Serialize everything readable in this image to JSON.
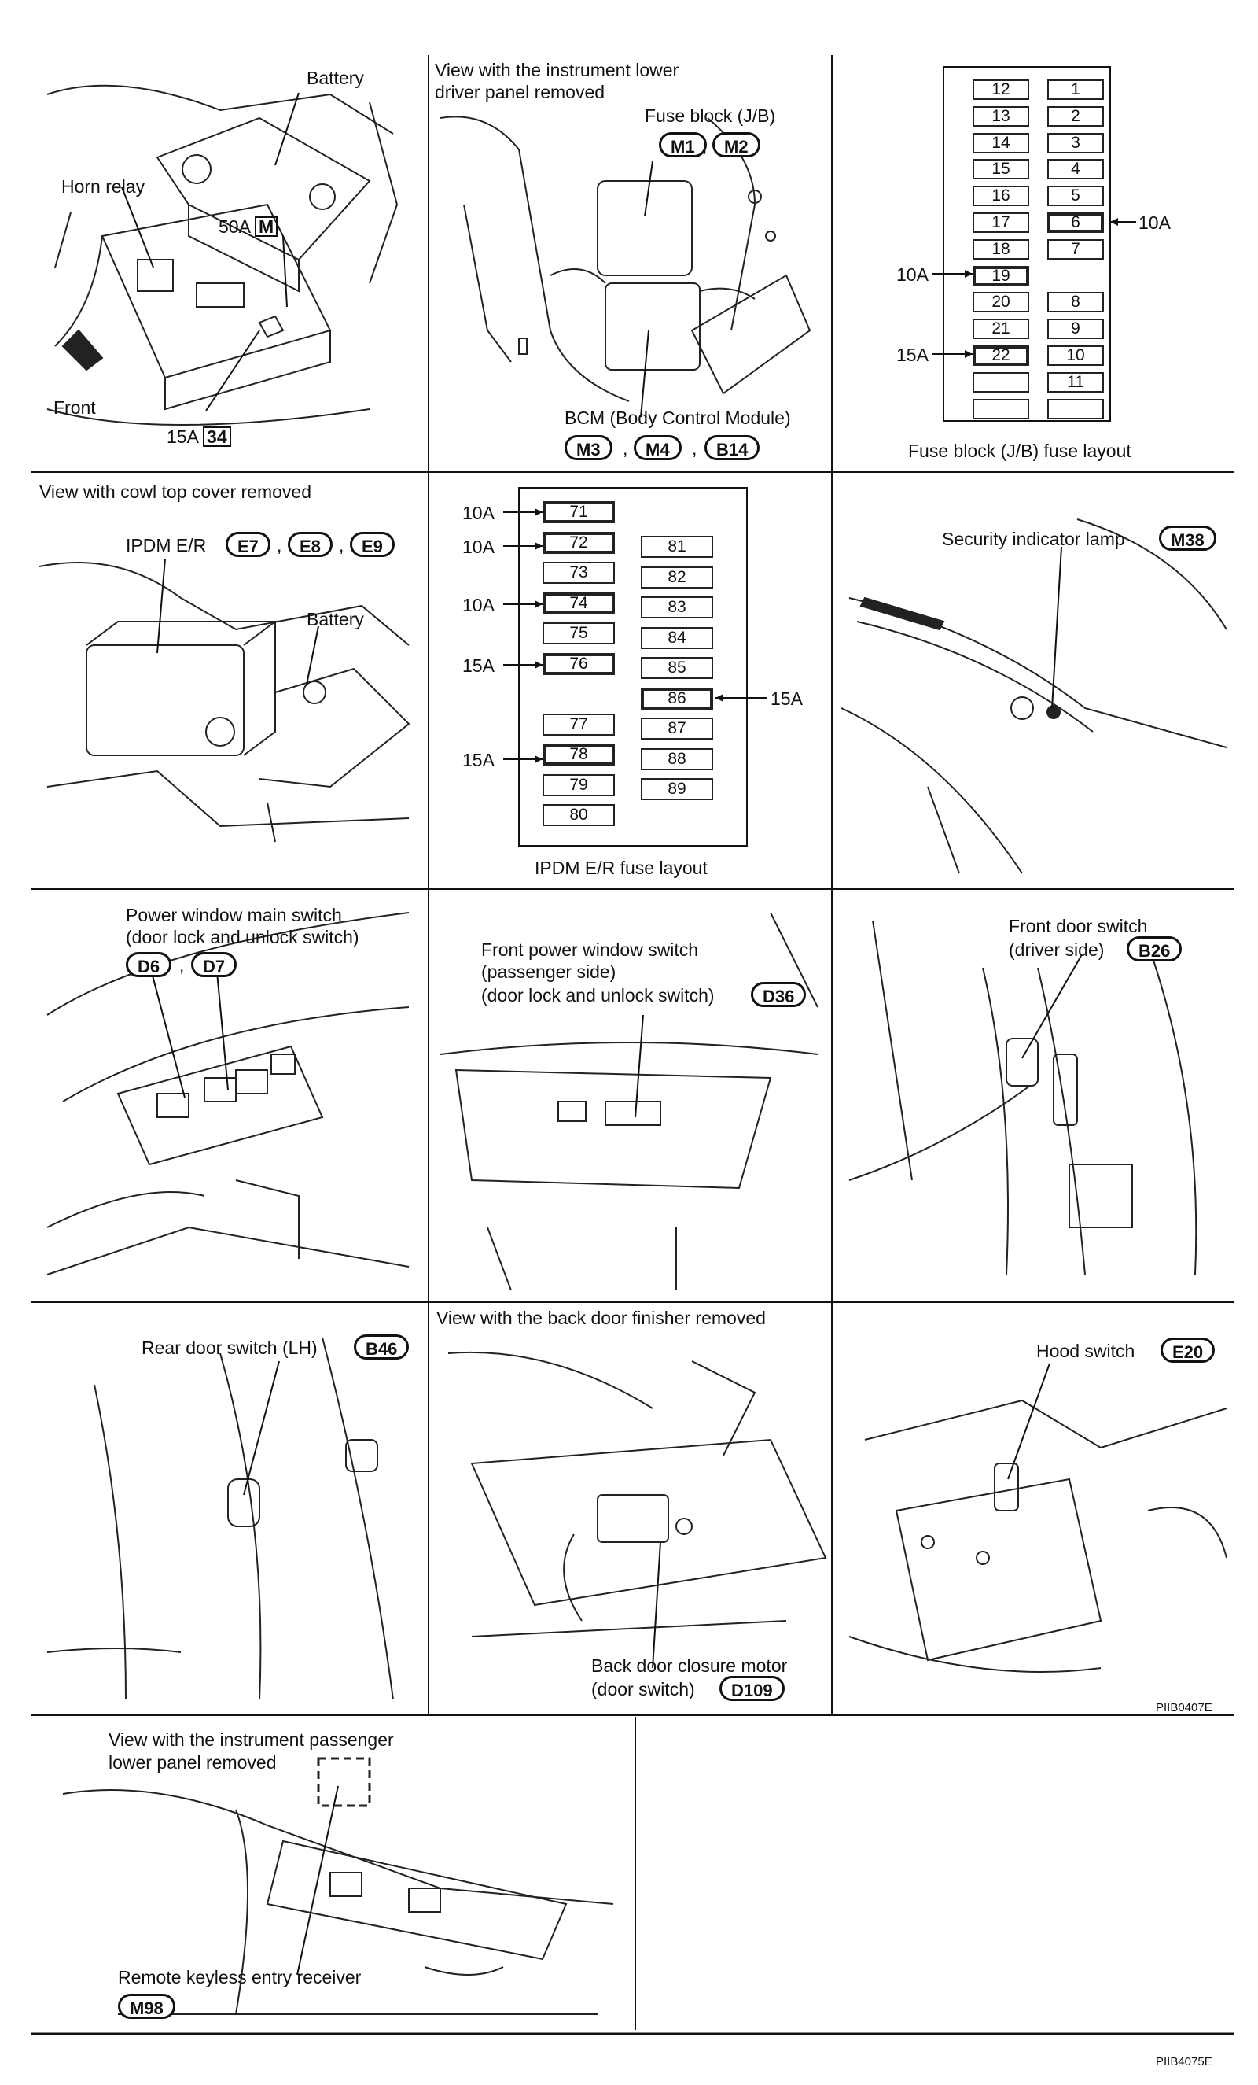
{
  "panels": {
    "p1": {
      "battery": "Battery",
      "horn_relay": "Horn relay",
      "amp_50a": "50A",
      "mark_50a": "M",
      "front": "Front",
      "amp_15a": "15A",
      "mark_15a": "34"
    },
    "p2": {
      "view_line1": "View with the instrument lower",
      "view_line2": "driver panel removed",
      "fuse_block": "Fuse block (J/B)",
      "bcm": "BCM (Body Control Module)"
    },
    "p3": {
      "title": "Fuse block (J/B) fuse layout",
      "label_6": "10A",
      "label_19": "10A",
      "label_22": "15A",
      "left_col": [
        "12",
        "13",
        "14",
        "15",
        "16",
        "17",
        "18",
        "19",
        "20",
        "21",
        "22",
        "",
        ""
      ],
      "right_col": [
        "1",
        "2",
        "3",
        "4",
        "5",
        "6",
        "7",
        "",
        "8",
        "9",
        "10",
        "11",
        ""
      ]
    },
    "p4": {
      "view": "View with cowl top cover removed",
      "ipdm": "IPDM E/R",
      "battery": "Battery"
    },
    "p5": {
      "title": "IPDM E/R fuse layout",
      "left_col": [
        "71",
        "72",
        "73",
        "74",
        "75",
        "76",
        "",
        "77",
        "78",
        "79",
        "80"
      ],
      "right_col": [
        "",
        "81",
        "82",
        "83",
        "84",
        "85",
        "86",
        "87",
        "88",
        "89",
        ""
      ],
      "labels": {
        "f71": "10A",
        "f72": "10A",
        "f74": "10A",
        "f76": "15A",
        "f86": "15A",
        "f78": "15A"
      }
    },
    "p6": {
      "label": "Security indicator lamp"
    },
    "p7": {
      "line1": "Power window main switch",
      "line2": "(door lock and unlock switch)"
    },
    "p8": {
      "line1": "Front power window switch",
      "line2": "(passenger side)",
      "line3": "(door lock and unlock switch)"
    },
    "p9": {
      "line1": "Front door switch",
      "line2": "(driver side)"
    },
    "p10": {
      "label": "Rear door switch (LH)"
    },
    "p11": {
      "view": "View with the back door finisher removed",
      "line1": "Back door closure motor",
      "line2": "(door switch)"
    },
    "p12": {
      "label": "Hood switch",
      "code": "PIIB0407E"
    },
    "p13": {
      "view_line1": "View with the instrument passenger",
      "view_line2": "lower panel removed",
      "receiver": "Remote keyless entry receiver"
    }
  },
  "connectors": {
    "M1": "M1",
    "M2": "M2",
    "M3": "M3",
    "M4": "M4",
    "B14": "B14",
    "E7": "E7",
    "E8": "E8",
    "E9": "E9",
    "M38": "M38",
    "D6": "D6",
    "D7": "D7",
    "D36": "D36",
    "B26": "B26",
    "B46": "B46",
    "D109": "D109",
    "E20": "E20",
    "M98": "M98"
  },
  "footer_code": "PIIB4075E"
}
